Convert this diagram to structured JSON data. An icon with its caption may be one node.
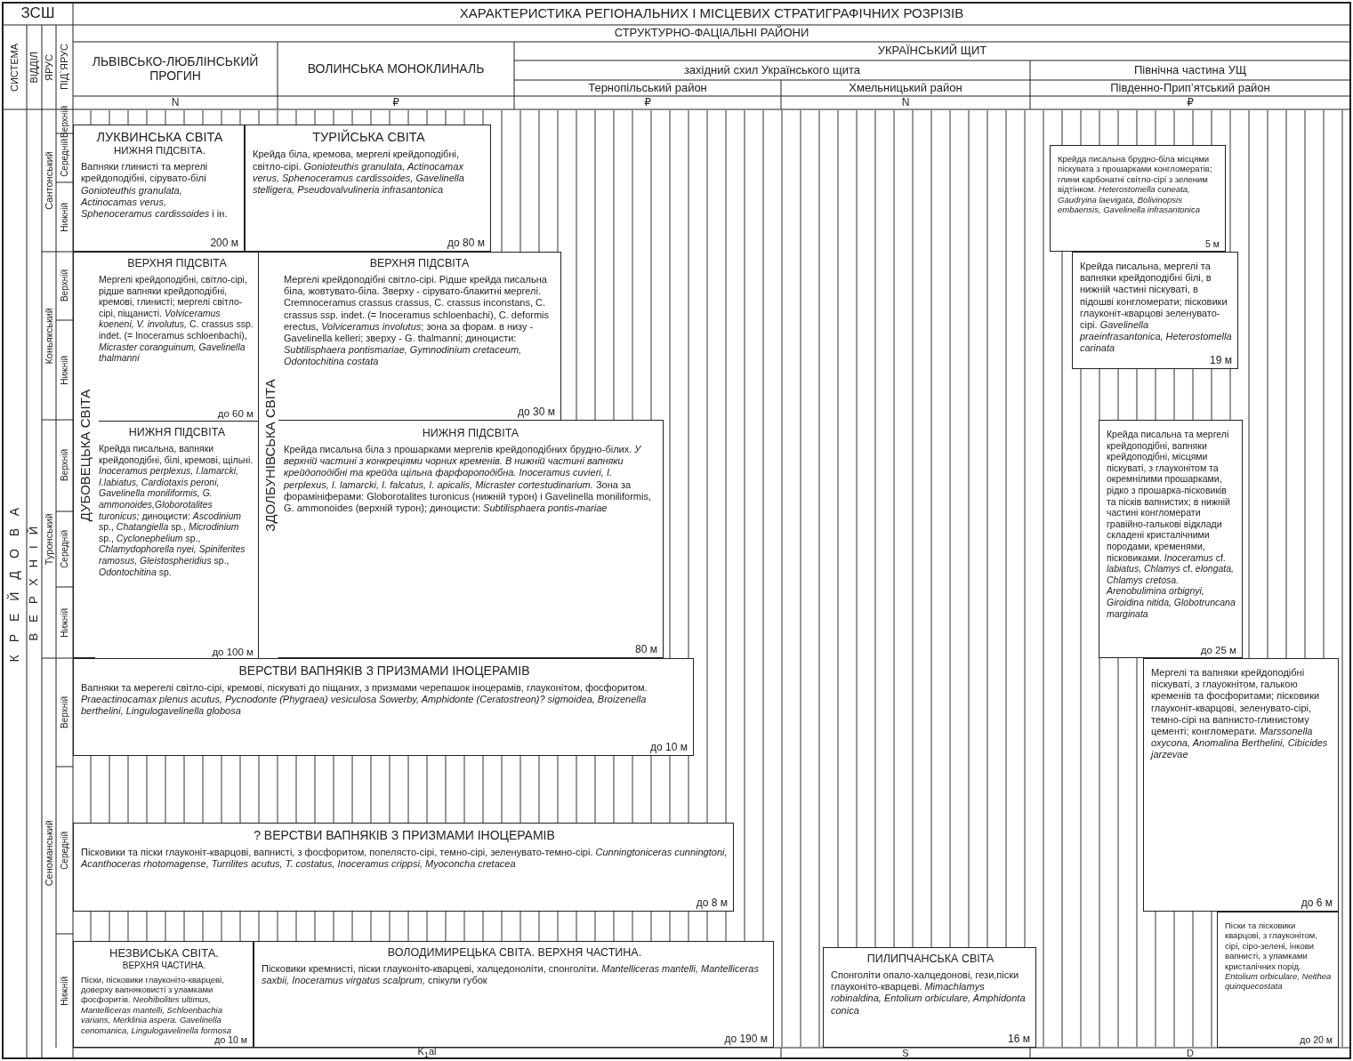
{
  "diagram": {
    "nodes": [
      {
        "text": [
          "ЛУКВИНСЬКА СВІТА",
          "НИЖНЯ ПІДСВІТА.",
          "Вапняки глинисті та мергелі крейдоподібні, сірувато-білі *Gonioteuthis granulata, Actinocamas verus, Sphenoceramus cardissoides* і ін.",
          "200 м"
        ]
      },
      {
        "text": [
          "ТУРІЙСЬКА СВІТА",
          "Крейда біла, кремова, мергелі крейдоподібні, світло-сірі. *Gonioteuthis granulata, Actinocamax verus, Sphenoceramus cardissoides, Gavelinella stelligera, Pseudovalvulineria infrasantonica*",
          "до 80 м"
        ]
      },
      {
        "text": [
          "Крейда писальна брудно-біла місцями піскувата з прошарками конгломератів; глини карбонатні світло-сірі з зеленим відтінком. *Heterostomella cuneata, Gaudryina laevigata, Bolivinopsis embaensis, Gavelinella infrasantonica*",
          "5 м"
        ]
      },
      {
        "text": [
          "ДУБОВЕЦЬКА СВІТА"
        ]
      },
      {
        "text": [
          "ВЕРХНЯ ПІДСВІТА",
          "Мергелі крейдоподібні, світло-сірі, рідше вапняки крейдоподібні, кремові, глинисті; мергелі світло-сірі, піщанисті. *Volviceramus koeneni, V. involutus,* C. crassus ssp. indet. (= Inoceramus schloenbachi), *Micraster coranguinum, Gavelinella thalmanni*",
          "до 60 м"
        ],
        "in": 3
      },
      {
        "text": [
          "ЗДОЛБУНІВСЬКА СВІТА"
        ]
      },
      {
        "text": [
          "ВЕРХНЯ ПІДСВІТА",
          "Мергелі крейдоподібні світло-сірі. Рідше крейда писальна біла, жовтувато-біла. Зверху - сірувато-блакитні мергелі. Cremnoceramus crassus crassus, C. crassus inconstans, C. crassus ssp. indet. (= Inoceramus schloenbachi), C. deformis erectus, *Volviceramus involutus*; зона за форам. в низу - Gavelinella kelleri; зверху - G. thalmanni; диноцисти: *Subtilisphaera pontismariae, Gymnodinium cretaceum, Odontochitina costata*",
          "до 30 м"
        ],
        "in": 5
      },
      {
        "text": [
          "Крейда писальна, мергелі та вапняки крейдоподібні білі, в нижній частині піскуваті, в підошві конгломерати; пісковики глауконіт-кварцові зеленувато-сірі. *Gavelinella praeinfrasantonica, Heterostomella carinata*",
          "19 м"
        ]
      },
      {
        "text": [
          "НИЖНЯ ПІДСВІТА",
          "Крейда писальна, вапняки крейдоподібні, білі, кремові, щільні. *Inoceramus perplexus, I.lamarcki, I.labiatus, Cardiotaxis peroni, Gavelinella moniliformis, G. ammonoides,Globorotalites turonicus;* диноцисти: *Ascodinium* sp., *Chatangiella* sp., *Microdinium* sp., *Cyclonephelium* sp., *Chlamydophorella nyei, Spiniferites ramosus, Gleistospheridius* sp., *Odontochitina* sp.",
          "до 100 м"
        ],
        "in": 3
      },
      {
        "text": [
          "НИЖНЯ ПІДСВІТА",
          "Крейда писальна біла з прошарками мергелів крейдоподібних брудно-білих. *У верхній частині з конкреціями чорних кременів. В нижній частині вапняки крейдоподібні та крейда щільна фарфороподібна. Inoceramus cuvieri, I. perplexus, I. lamarcki, I. falcatus, I. apicalis, Micraster cortestudinarium.* Зона за форамініферами: Globorotalites turonicus (нижній турон) і Gavelinella moniliformis, G. ammonoides (верхній турон); диноцисти: *Subtilisphaera pontis-mariae*",
          "80 м"
        ],
        "in": 5
      },
      {
        "text": [
          "Крейда писальна та мергелі крейдоподібні, вапняки крейдоподібні, місцями піскуваті, з глауконітом та окремнілими прошарками, рідко з прошарка-пісковиків та пісків вапнистих; в нижній частині конгломерати гравійно-галькові відклади складені кристалічними породами, кременями, пісковиками. *Inoceramus* cf. *labiatus, Chlamys* cf. *elongata, Chlamys cretosa. Arenobulimina orbignyi, Giroidina nitida, Globotruncana marginata*",
          "до 25 м"
        ]
      },
      {
        "text": [
          "ВЕРСТВИ ВАПНЯКІВ З ПРИЗМАМИ ІНОЦЕРАМІВ",
          "Вапняки та мерегелі світло-сірі, кремові, піскуваті до піщаних, з призмами черепашок іноцерамів, глауконітом, фосфоритом. *Praeactinocamax plenus acutus, Pycnodonte (Phygraea) vesiculosa Sowerby, Amphidonte (Ceratostreon)? sigmoidea, Broizenella berthelini, Lingulogavelinella globosa*",
          "до 10 м"
        ]
      },
      {
        "text": [
          "Мергелі та вапняки крейдоподібні піскуваті, з глауокнітом, галькою кременів та фосфоритами; пісковики глауконіт-кварцові, зеленувато-сірі, темно-сірі на вапнисто-глинистому цементі; конгломерати. *Marssonella oxycona, Anomalina Berthelini, Cibicides jarzevae*",
          "до 6 м"
        ]
      },
      {
        "text": [
          "? ВЕРСТВИ ВАПНЯКІВ З ПРИЗМАМИ ІНОЦЕРАМІВ",
          "Пісковики та піски глауконіт-кварцові, вапнисті, з фосфоритом, попелясто-сірі, темно-сірі, зеленувато-темно-сірі. *Cunningtoniceras cunningtoni, Acanthoceras rhotomagense, Turrilites acutus, T. costatus, Inoceramus crippsi, Myoconcha cretacea*",
          "до 8 м"
        ]
      },
      {
        "text": [
          "НЕЗВИСЬКА СВІТА.",
          "ВЕРХНЯ ЧАСТИНА.",
          "Піски, пісковики глауконіто-кварцеві, доверху вапняковисті з уламками фосфоритів. *Neohibolites ultimus, Mantelliceras mantelli, Schloenbachia varians, Merklinia aspera. Gavelinella cenomanica, Lingulogavelinella formosa*",
          "до 10 м"
        ]
      },
      {
        "text": [
          "ВОЛОДИМИРЕЦЬКА СВІТА. ВЕРХНЯ ЧАСТИНА.",
          "Пісковики кремнисті, піски глауконіто-кварцеві, халцедоноліти, спонголіти. *Mantelliceras mantelli, Mantelliceras saxbii, Inoceramus virgatus scalprum,* спікули губок",
          "до 190 м"
        ]
      },
      {
        "text": [
          "ПИЛИПЧАНСЬКА СВІТА",
          "Спонголіти опало-халцедонові, гези,піски глауконіто-кварцеві. *Mimachlamys robinaldina, Entolium orbiculare, Amphidonta conica*",
          "16 м"
        ]
      },
      {
        "text": [
          "Піски та пісковики кварцові, з глауконітом, сірі, сіро-зелені, інкови вапнисті, з уламками кристалічних порід. *Entolium orbiculare, Neithea quinquecostata*",
          "до 20 м"
        ]
      }
    ],
    "labels": [
      "ЗСШ",
      "ХАРАКТЕРИСТИКА РЕГІОНАЛЬНИХ І МІСЦЕВИХ СТРАТИГРАФІЧНИХ РОЗРІЗІВ",
      "СИСТЕМА",
      "ВІДДІЛ",
      "ЯРУС",
      "ПІД`ЯРУС",
      "СТРУКТУРНО-ФАЦІАЛЬНІ РАЙОНИ",
      "ЛЬВІВСЬКО-ЛЮБЛІНСЬКИЙ ПРОГИН",
      "ВОЛИНСЬКА МОНОКЛИНАЛЬ",
      "УКРАЇНСЬКИЙ ЩИТ",
      "західний схил Українського щита",
      "Північна частина УЩ",
      "Тернопільський район",
      "Хмельницький район",
      "Південно-Прип’ятський район",
      "N",
      "₽",
      "₽",
      "N",
      "₽",
      "КРЕЙДОВА",
      "ВЕРХНІЙ",
      "Сантонський",
      "Верхній",
      "Середній",
      "Нижній",
      "Коньякський",
      "Верхній",
      "Нижній",
      "Туронський",
      "Верхній",
      "Середній",
      "Нижній",
      "Сеноманський",
      "Верхній",
      "Середній",
      "Нижній",
      "K$_{1}$al",
      "S",
      "D"
    ]
  }
}
